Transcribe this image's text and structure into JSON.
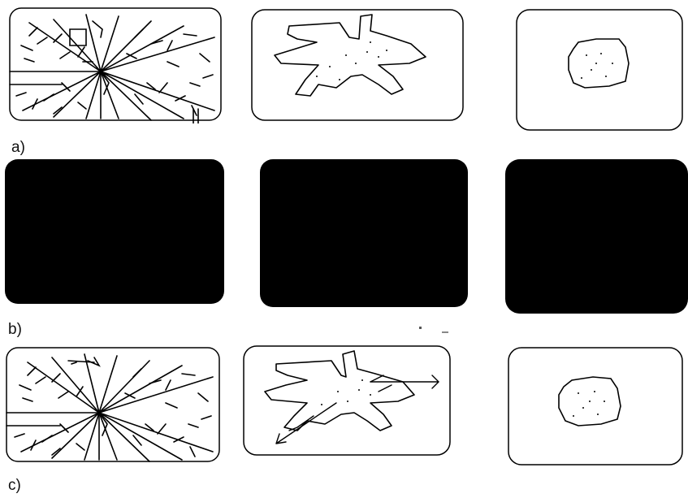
{
  "rows": [
    {
      "label": "a)",
      "style": "outline"
    },
    {
      "label": "b)",
      "style": "filled"
    },
    {
      "label": "c)",
      "style": "outline-with-arrows"
    }
  ],
  "panels": [
    "tree-pattern",
    "star-shape",
    "blob-shape"
  ],
  "colors": {
    "ink": "#000000",
    "background": "#ffffff"
  }
}
